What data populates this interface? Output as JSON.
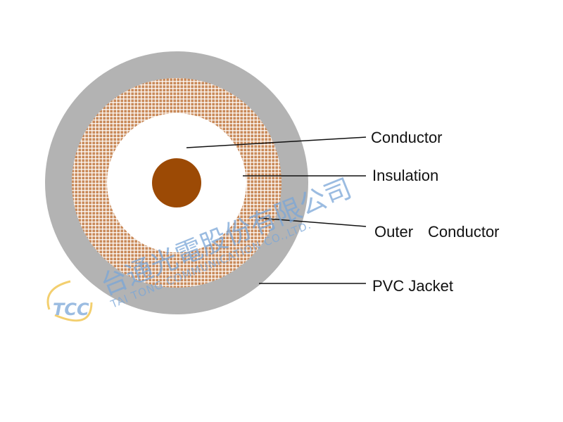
{
  "labels": {
    "conductor": "Conductor",
    "insulation": "Insulation",
    "outer_conductor_a": "Outer",
    "outer_conductor_b": "Conductor",
    "pvc_jacket": "PVC Jacket"
  },
  "watermark": {
    "logo": "TCC",
    "company_cn": "台通光電股份有限公司",
    "company_en": "TAI TONG COMMUNICATION CO.,LTD."
  },
  "colors": {
    "jacket": "#b3b3b3",
    "braid_base": "#c98a5a",
    "braid_grid": "#ffffff",
    "insulation": "#ffffff",
    "core": "#9c4a05",
    "leader": "#111111",
    "watermark": "#7aa6d8",
    "logo": "#f0c040"
  }
}
